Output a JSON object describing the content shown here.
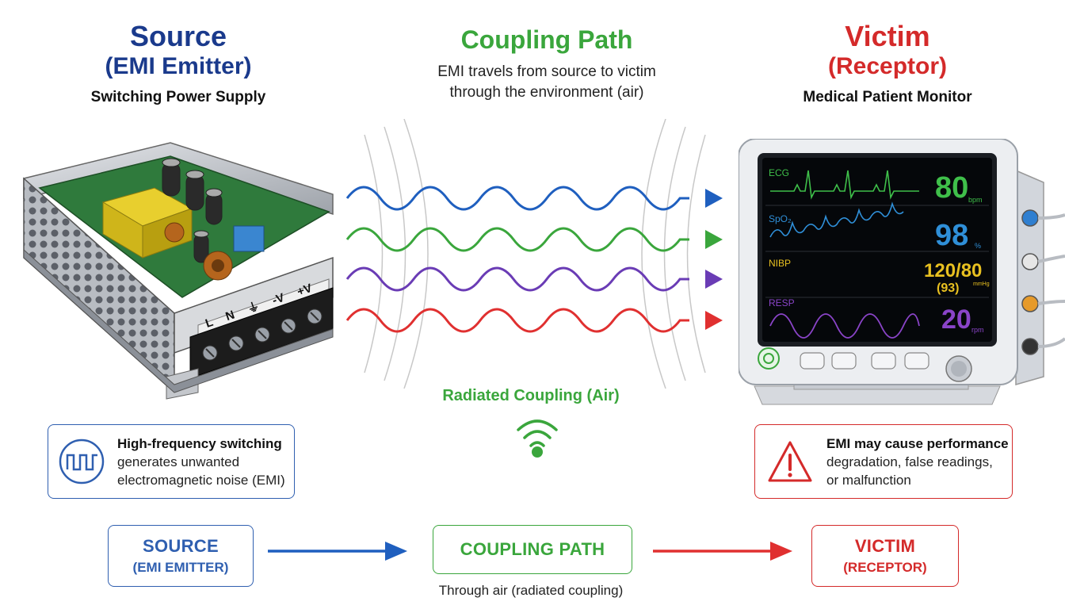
{
  "source": {
    "title": "Source",
    "subtitle": "(EMI Emitter)",
    "caption": "Switching Power Supply",
    "terminals": [
      "L",
      "N",
      "⏚",
      "-V",
      "+V"
    ],
    "note_bold": "High-frequency switching",
    "note_line2": "generates unwanted",
    "note_line3": "electromagnetic noise (EMI)"
  },
  "coupling": {
    "title": "Coupling Path",
    "desc_line1": "EMI travels from source to victim",
    "desc_line2": "through the environment (air)",
    "radiated_label": "Radiated Coupling (Air)"
  },
  "victim": {
    "title": "Victim",
    "subtitle": "(Receptor)",
    "caption": "Medical Patient Monitor",
    "note_bold": "EMI may cause performance",
    "note_line2": "degradation, false readings,",
    "note_line3": "or malfunction"
  },
  "monitor": {
    "ecg_label": "ECG",
    "ecg_value": "80",
    "ecg_unit": "bpm",
    "spo2_label": "SpO₂",
    "spo2_value": "98",
    "spo2_unit": "%",
    "nibp_label": "NIBP",
    "nibp_value": "120/80",
    "nibp_sub": "(93)",
    "nibp_unit": "mmHg",
    "resp_label": "RESP",
    "resp_value": "20",
    "resp_unit": "rpm"
  },
  "flow": {
    "source_title": "SOURCE",
    "source_sub": "(EMI EMITTER)",
    "coupling_title": "COUPLING PATH",
    "coupling_caption": "Through air (radiated coupling)",
    "victim_title": "VICTIM",
    "victim_sub": "(RECEPTOR)"
  },
  "colors": {
    "source_blue": "#1a3a8c",
    "coupling_green": "#3aa63c",
    "victim_red": "#d42a2a",
    "wave_blue": "#1f5fbf",
    "wave_green": "#3aa63c",
    "wave_purple": "#6a3cb5",
    "wave_red": "#e03030"
  }
}
